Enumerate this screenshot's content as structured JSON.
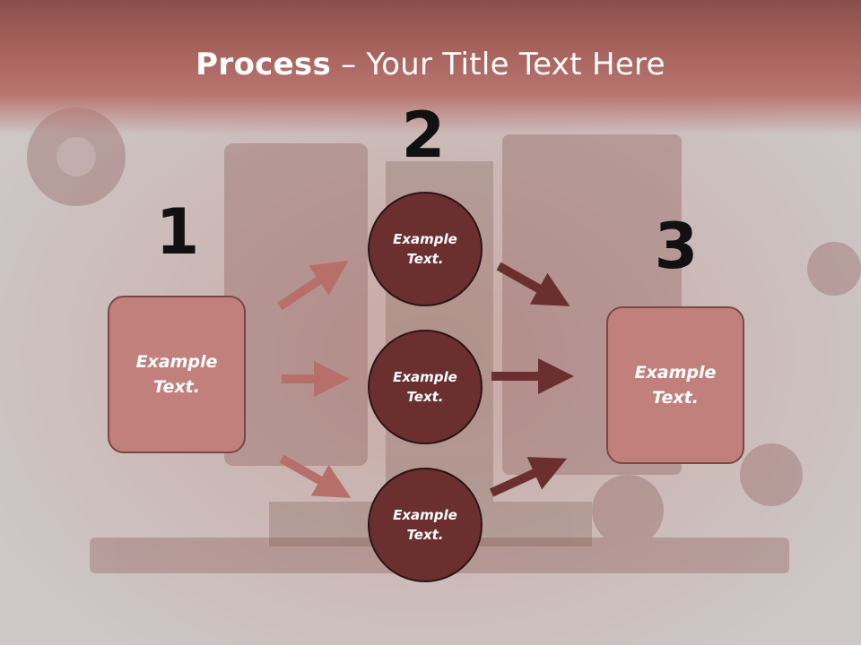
{
  "title": {
    "bold": "Process",
    "rest": " – Your Title Text Here"
  },
  "steps": [
    {
      "number": "1",
      "label": "Example Text."
    },
    {
      "number": "2",
      "label": "Example Text."
    },
    {
      "number": "3",
      "label": "Example Text."
    }
  ],
  "circles": [
    {
      "label": "Example Text."
    },
    {
      "label": "Example Text."
    },
    {
      "label": "Example Text."
    }
  ],
  "colors": {
    "title_band": "#a9645e",
    "box_fill": "#c1807b",
    "circle_fill": "#6b2f30",
    "arrow_light": "#b76f6a",
    "arrow_dark": "#6b2f30"
  }
}
